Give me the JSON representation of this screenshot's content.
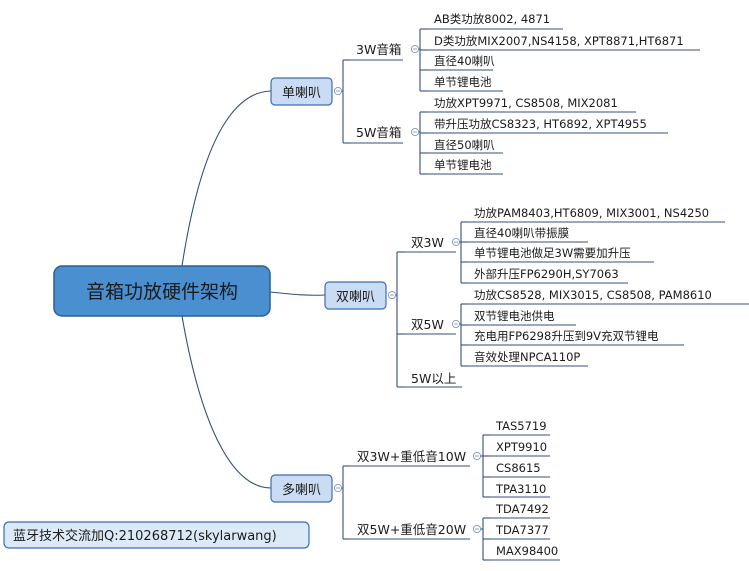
{
  "colors": {
    "link": "#34507c",
    "root_fill": "#4a8fd0",
    "l1_fill": "#c9dcf4",
    "l1_border": "#3d6eb0",
    "footer_fill": "#dce9f7",
    "footer_border": "#3d6eb0"
  },
  "mindmap": {
    "root": "音箱功放硬件架构",
    "branches": [
      {
        "label": "单喇叭",
        "children": [
          {
            "label": "3W音箱",
            "leaves": [
              "AB类功放8002, 4871",
              "D类功放MIX2007,NS4158, XPT8871,HT6871",
              "直径40喇叭",
              "单节锂电池"
            ]
          },
          {
            "label": "5W音箱",
            "leaves": [
              "功放XPT9971, CS8508, MIX2081",
              "带升压功放CS8323, HT6892, XPT4955",
              "直径50喇叭",
              "单节锂电池"
            ]
          }
        ]
      },
      {
        "label": "双喇叭",
        "children": [
          {
            "label": "双3W",
            "leaves": [
              "功放PAM8403,HT6809, MIX3001, NS4250",
              "直径40喇叭带振膜",
              "单节锂电池做足3W需要加升压",
              "外部升压FP6290H,SY7063"
            ]
          },
          {
            "label": "双5W",
            "leaves": [
              "功放CS8528, MIX3015, CS8508, PAM8610",
              "双节锂电池供电",
              "充电用FP6298升压到9V充双节锂电",
              "音效处理NPCA110P"
            ]
          },
          {
            "label": "5W以上",
            "leaves": []
          }
        ]
      },
      {
        "label": "多喇叭",
        "children": [
          {
            "label": "双3W+重低音10W",
            "leaves": [
              "TAS5719",
              "XPT9910",
              "CS8615",
              "TPA3110"
            ]
          },
          {
            "label": "双5W+重低音20W",
            "leaves": [
              "TDA7492",
              "TDA7377",
              "MAX98400"
            ]
          }
        ]
      }
    ]
  },
  "footer": "蓝牙技术交流加Q:210268712(skylarwang)"
}
